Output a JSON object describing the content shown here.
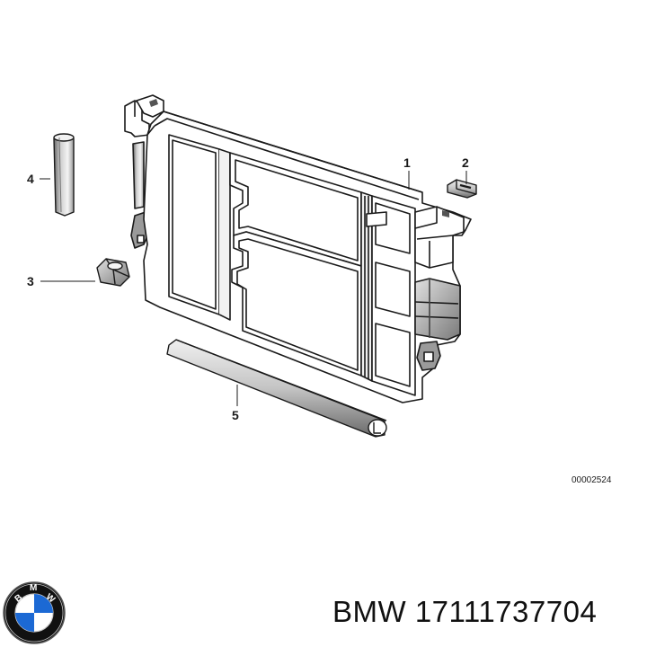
{
  "callouts": [
    {
      "id": "1",
      "label": "1"
    },
    {
      "id": "2",
      "label": "2"
    },
    {
      "id": "3",
      "label": "3"
    },
    {
      "id": "4",
      "label": "4"
    },
    {
      "id": "5",
      "label": "5"
    }
  ],
  "drawing_number": "00002524",
  "caption": "BMW 17111737704",
  "logo": {
    "text_top": "B",
    "text_right": "M",
    "text_bottom": "W",
    "colors": {
      "blue": "#1c69d4",
      "white": "#ffffff",
      "ring": "#111111"
    }
  },
  "colors": {
    "line": "#1a1a1a",
    "shade": "#8c8c8c",
    "light": "#d8d8d8",
    "background": "#ffffff"
  }
}
